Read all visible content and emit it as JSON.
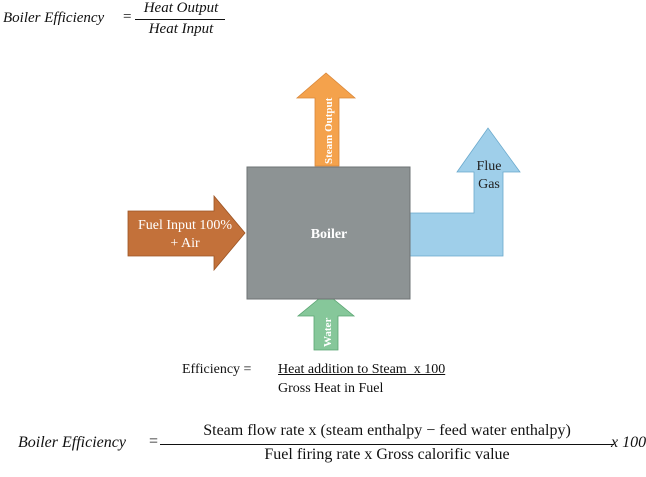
{
  "equation_top": {
    "lhs": "Boiler Efficiency",
    "equals": "=",
    "numerator": "Heat Output",
    "denominator": "Heat Input"
  },
  "boiler": {
    "label": "Boiler",
    "color": "#8d9394"
  },
  "fuel_input": {
    "line1": "Fuel Input 100%",
    "line2": "+ Air",
    "color": "#c3713a"
  },
  "steam_output": {
    "label": "Steam Output",
    "color": "#f4a24c"
  },
  "water": {
    "label": "Water",
    "color": "#86c79a"
  },
  "flue_gas": {
    "line1": "Flue",
    "line2": "Gas",
    "color": "#9fcfea"
  },
  "efficiency": {
    "label": "Efficiency =",
    "numerator": "Heat addition to Steam  x 100",
    "denominator": "Gross Heat in Fuel"
  },
  "equation_bottom": {
    "lhs": "Boiler Efficiency",
    "equals": "=",
    "numerator": "Steam flow rate x (steam enthalpy −  feed water enthalpy)",
    "denominator": "Fuel firing rate x Gross calorific value",
    "multiplier": "x 100"
  }
}
